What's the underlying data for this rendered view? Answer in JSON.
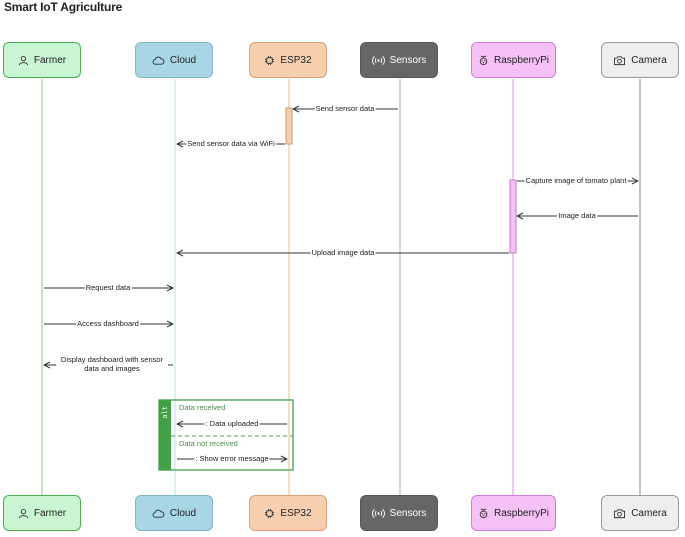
{
  "title": "Smart IoT Agriculture",
  "participants": [
    {
      "id": "farmer",
      "label": "Farmer",
      "icon": "user-icon",
      "fill": "#c9f5d2",
      "stroke": "#4caf50",
      "text": "#222222",
      "line": "#9ad7a1"
    },
    {
      "id": "cloud",
      "label": "Cloud",
      "icon": "cloud-icon",
      "fill": "#a9d6e5",
      "stroke": "#7fb6cc",
      "text": "#222222",
      "line": "#c9e3ee"
    },
    {
      "id": "esp32",
      "label": "ESP32",
      "icon": "chip-icon",
      "fill": "#f7cfae",
      "stroke": "#e0a176",
      "text": "#222222",
      "line": "#f0c89c"
    },
    {
      "id": "sensors",
      "label": "Sensors",
      "icon": "signal-icon",
      "fill": "#666666",
      "stroke": "#555555",
      "text": "#ffffff",
      "line": "#bbbbbb"
    },
    {
      "id": "raspberrypi",
      "label": "RaspberryPi",
      "icon": "raspberry-icon",
      "fill": "#f6c1f6",
      "stroke": "#d27cd9",
      "text": "#222222",
      "line": "#e3a3e8"
    },
    {
      "id": "camera",
      "label": "Camera",
      "icon": "camera-icon",
      "fill": "#eeeeee",
      "stroke": "#999999",
      "text": "#222222",
      "line": "#999999"
    }
  ],
  "messages": [
    {
      "text": "Send sensor data"
    },
    {
      "text": "Send sensor data via WiFi"
    },
    {
      "text": "Capture image of tomato plant"
    },
    {
      "text": "Image data"
    },
    {
      "text": "Upload image data"
    },
    {
      "text": "Request data"
    },
    {
      "text": "Access dashboard"
    },
    {
      "text": "Display dashboard with sensor data and images"
    },
    {
      "text": ": Data uploaded"
    },
    {
      "text": ": Show error message"
    }
  ],
  "alt_block": {
    "tag": "alt",
    "condition_1": "Data received",
    "condition_2": "Data not received",
    "color": "#43a047"
  }
}
